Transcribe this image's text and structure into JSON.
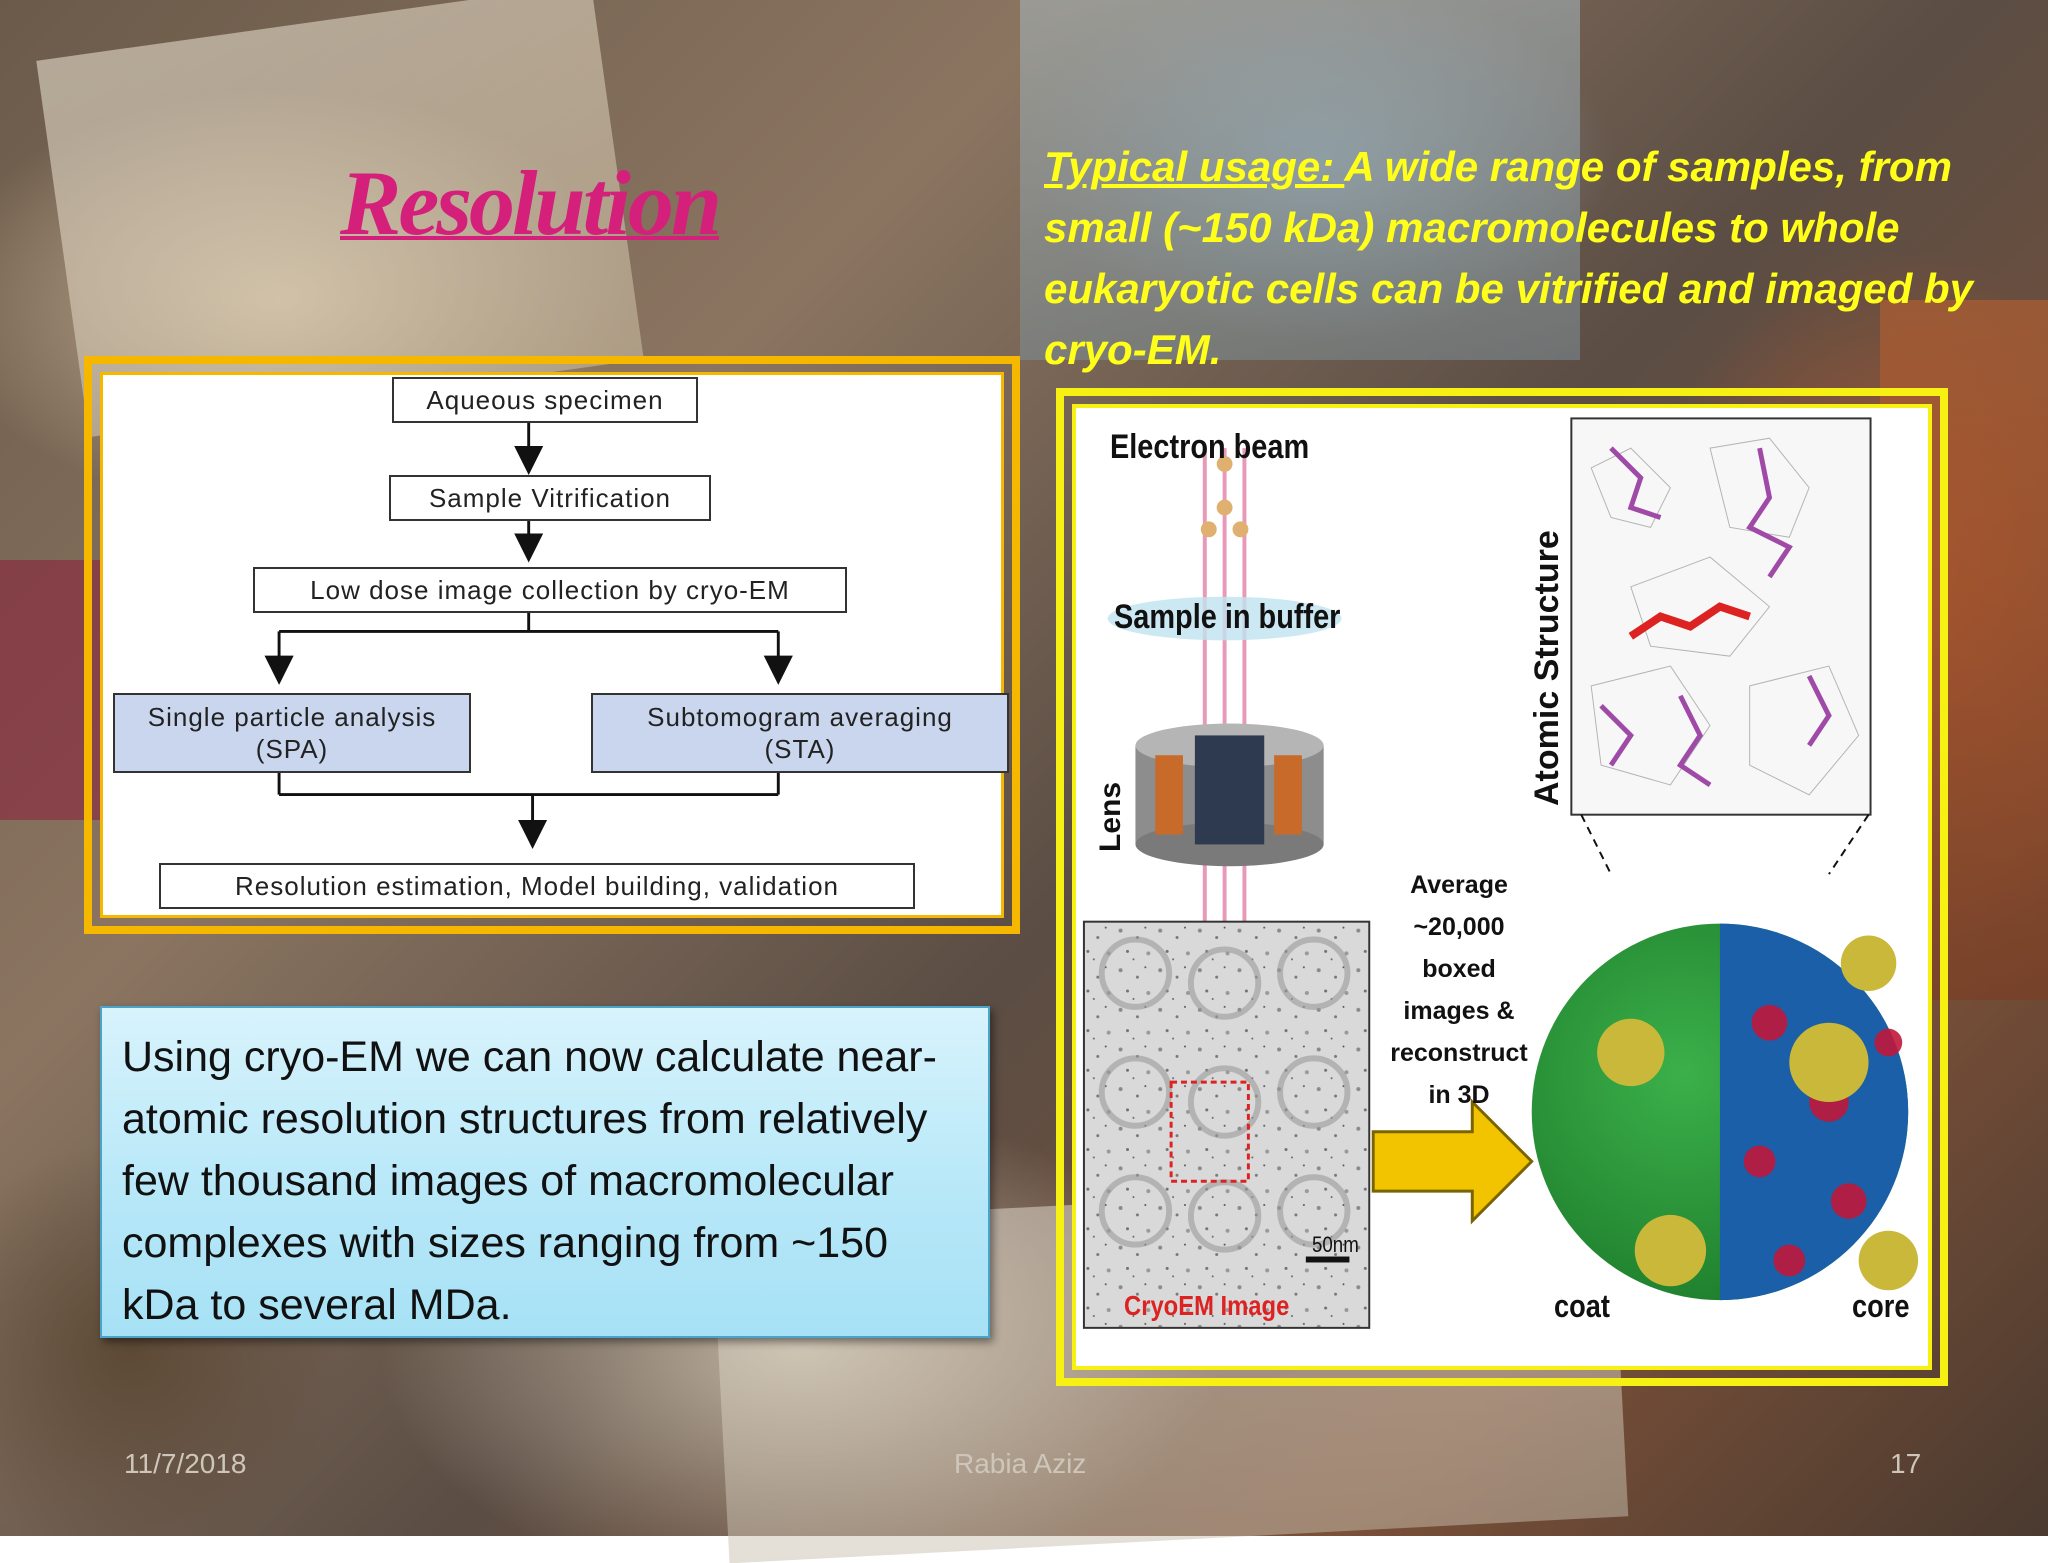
{
  "slide": {
    "title": "Resolution",
    "usage_lead": "Typical usage: ",
    "usage_text": "A wide range of samples, from small (~150 kDa) macromolecules to whole eukaryotic cells can be vitrified and imaged by cryo-EM.",
    "flowchart": {
      "step1": "Aqueous specimen",
      "step2": "Sample Vitrification",
      "step3": "Low dose image collection by cryo-EM",
      "branch_left_line1": "Single particle analysis",
      "branch_left_line2": "(SPA)",
      "branch_right_line1": "Subtomogram averaging",
      "branch_right_line2": "(STA)",
      "step_final": "Resolution estimation, Model building, validation"
    },
    "info_text": "Using cryo-EM we can now calculate near-atomic resolution structures from relatively few thousand images of macromolecular complexes with sizes ranging from ~150 kDa to several MDa.",
    "figure": {
      "electron_beam": "Electron beam",
      "sample_in_buffer": "Sample in buffer",
      "lens": "Lens",
      "atomic_structure": "Atomic Structure",
      "average_l1": "Average",
      "average_l2": "~20,000",
      "average_l3": "boxed",
      "average_l4": "images &",
      "average_l5": "reconstruct",
      "average_l6": "in 3D",
      "scale_bar": "50nm",
      "cryoem_image": "CryoEM Image",
      "coat": "coat",
      "core": "core"
    },
    "footer": {
      "date": "11/7/2018",
      "author": "Rabia Aziz",
      "page": "17"
    },
    "colors": {
      "title": "#d4207a",
      "usage": "#ffff1a",
      "flow_frame": "#f5b700",
      "figure_frame": "#f7f013"
    }
  }
}
